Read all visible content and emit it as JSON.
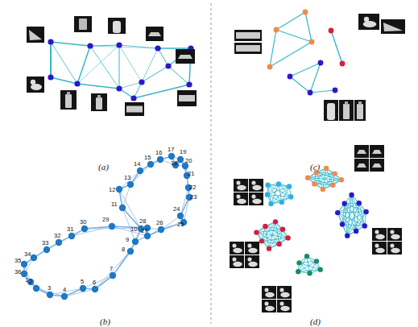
{
  "diagram": {
    "labels": [
      "(a)",
      "(c)",
      "1",
      "2",
      "3",
      "4",
      "5",
      "6",
      "7",
      "8",
      "9",
      "10",
      "11",
      "12",
      "13",
      "14",
      "15",
      "16",
      "17",
      "18",
      "19",
      "20",
      "21",
      "22",
      "23",
      "24",
      "25",
      "26",
      "27",
      "28",
      "29",
      "30",
      "31",
      "32",
      "33",
      "34",
      "35",
      "36",
      "(b)",
      "(d)"
    ]
  }
}
